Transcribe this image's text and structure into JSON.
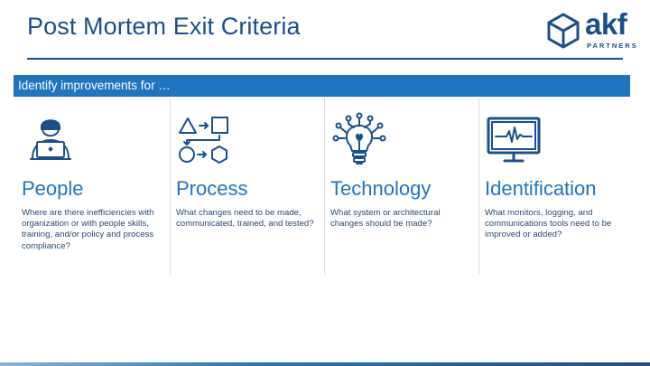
{
  "slide": {
    "title": "Post Mortem Exit Criteria",
    "banner": "Identify improvements for …"
  },
  "logo": {
    "word": "akf",
    "sub": "PARTNERS",
    "icon": "cube-icon"
  },
  "colors": {
    "title": "#1b4f8c",
    "accent": "#1f75c1",
    "body": "#2a4a6e"
  },
  "columns": [
    {
      "heading": "People",
      "icon": "person-laptop-icon",
      "body": "Where are there inefficiencies with organization or with people skills, training, and/or policy and process compliance?"
    },
    {
      "heading": "Process",
      "icon": "process-flow-icon",
      "body": "What changes need to be made, communicated, trained, and tested?"
    },
    {
      "heading": "Technology",
      "icon": "lightbulb-network-icon",
      "body": "What system or architectural changes should be made?"
    },
    {
      "heading": "Identification",
      "icon": "monitor-heartbeat-icon",
      "body": "What monitors, logging, and communications tools need to be improved or added?"
    }
  ]
}
